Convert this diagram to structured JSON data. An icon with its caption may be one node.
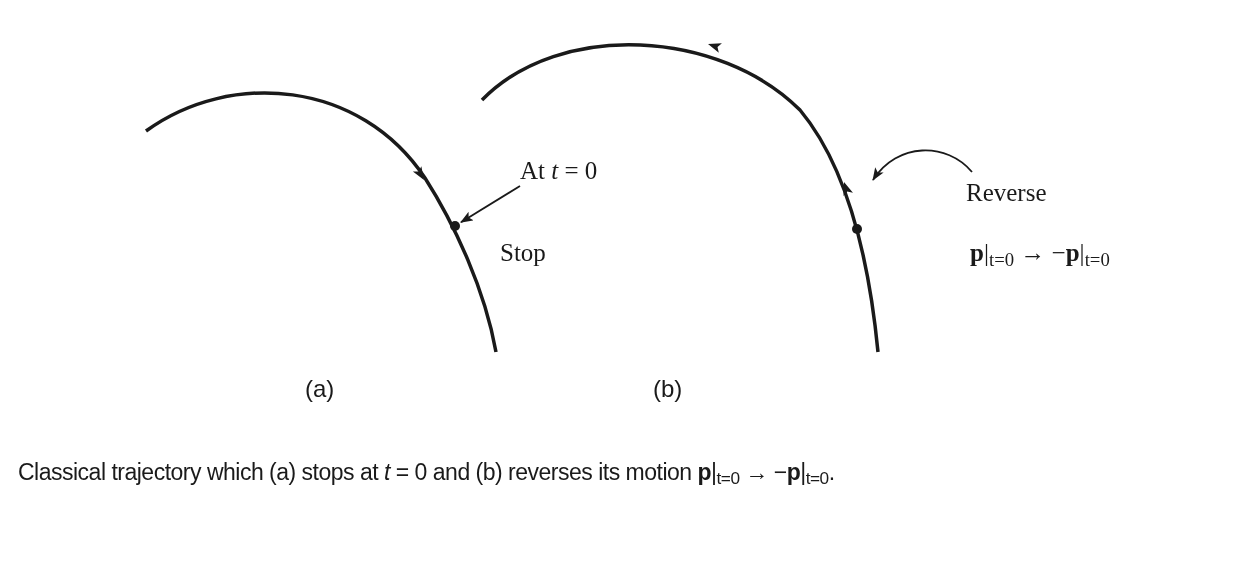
{
  "diagram": {
    "caption": "Classical trajectory which (a) stops at *t* = 0 and (b) reverses its motion **p**|$_{t=0}$ → −**p**|$_{t=0}$.",
    "nodes": [
      {
        "text": [
          "At *t* = 0"
        ]
      },
      {
        "text": [],
        "shape": "circle"
      },
      {
        "text": [
          "Reverse"
        ]
      }
    ],
    "edges": [
      {
        "from": 0,
        "to": 1,
        "arrow": "to"
      },
      {
        "from": 2,
        "to": null,
        "arrow": "to"
      }
    ],
    "labels": [
      "Stop",
      "**p**|$_{t=0}$ → −**p**|$_{t=0}$",
      "(a)",
      "(b)"
    ]
  }
}
